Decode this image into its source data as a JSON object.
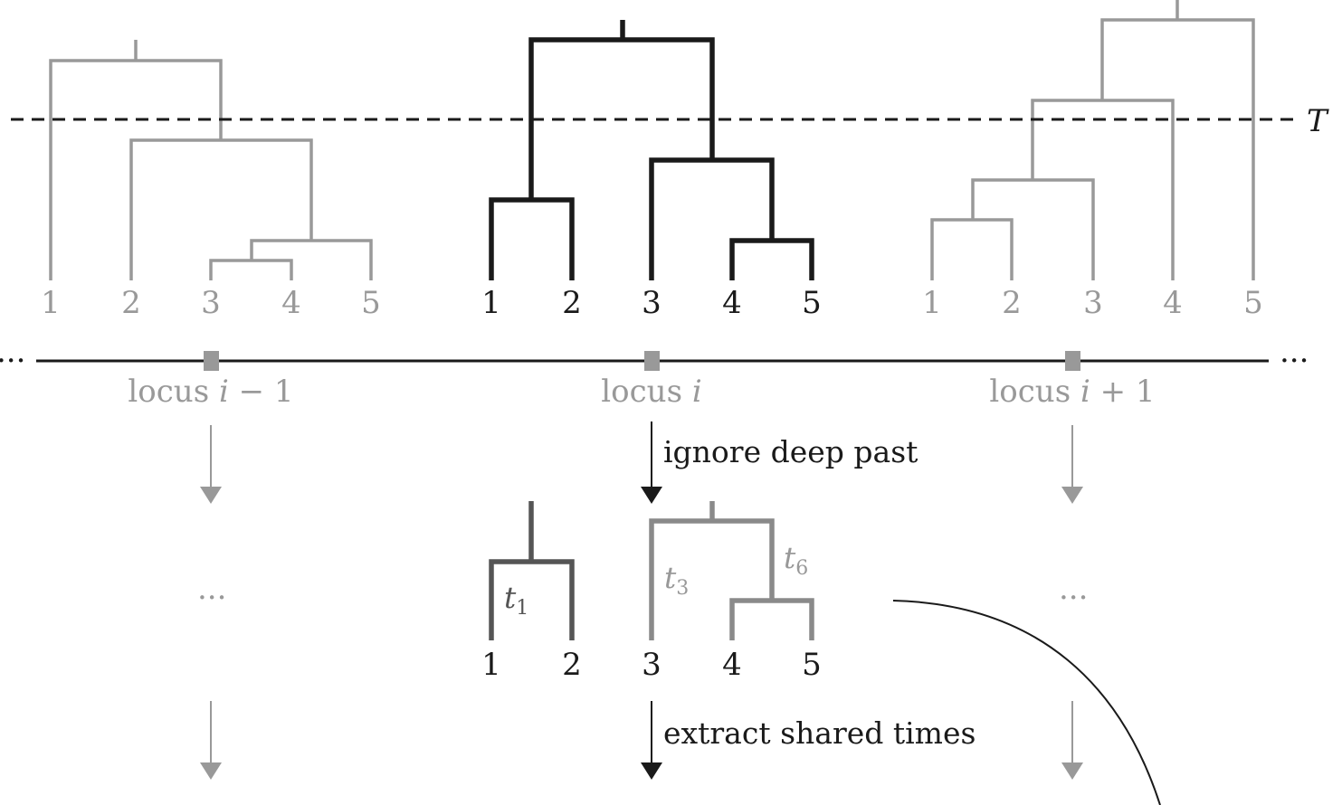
{
  "colors": {
    "gray": "#999999",
    "black": "#1a1a1a",
    "mid_gray": "#8a8a8a",
    "dark_gray": "#555555"
  },
  "threshold_label": "T",
  "ellipsis": "...",
  "loci": [
    {
      "prefix": "locus ",
      "var": "i",
      "suffix": " − 1"
    },
    {
      "prefix": "locus ",
      "var": "i",
      "suffix": ""
    },
    {
      "prefix": "locus ",
      "var": "i",
      "suffix": " + 1"
    }
  ],
  "trees": {
    "left": {
      "leaves": [
        "1",
        "2",
        "3",
        "4",
        "5"
      ]
    },
    "center": {
      "leaves": [
        "1",
        "2",
        "3",
        "4",
        "5"
      ]
    },
    "right": {
      "leaves": [
        "1",
        "2",
        "3",
        "4",
        "5"
      ]
    }
  },
  "truncated": {
    "leaves": [
      "1",
      "2",
      "3",
      "4",
      "5"
    ],
    "times": [
      {
        "var": "t",
        "sub": "1"
      },
      {
        "var": "t",
        "sub": "3"
      },
      {
        "var": "t",
        "sub": "6"
      }
    ]
  },
  "steps": {
    "step1": "ignore deep past",
    "step2": "extract shared times"
  }
}
